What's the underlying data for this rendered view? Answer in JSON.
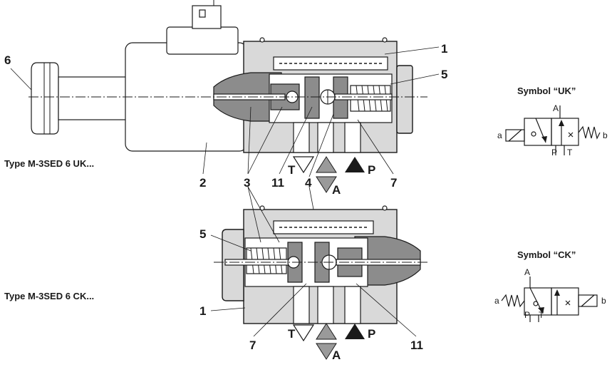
{
  "labels": {
    "n1_top": "1",
    "n2": "2",
    "n3_top": "3",
    "n4": "4",
    "n5_top": "5",
    "n6": "6",
    "n7_top": "7",
    "n11_top": "11",
    "n5_bottom": "5",
    "n1_bottom": "1",
    "n7_bottom": "7",
    "n11_bottom": "11"
  },
  "types": {
    "uk": "Type M-3SED 6 UK...",
    "ck": "Type M-3SED 6 CK..."
  },
  "ports": {
    "top": {
      "t": "T",
      "p": "P",
      "a": "A"
    },
    "bottom": {
      "t": "T",
      "p": "P",
      "a": "A"
    }
  },
  "symbols": {
    "uk": {
      "title": "Symbol “UK”",
      "a_port": "A",
      "p_port": "P",
      "t_port": "T",
      "left": "a",
      "right": "b"
    },
    "ck": {
      "title": "Symbol “CK”",
      "a_port": "A",
      "p_port": "P",
      "t_port": "T",
      "left": "a",
      "right": "b"
    }
  }
}
